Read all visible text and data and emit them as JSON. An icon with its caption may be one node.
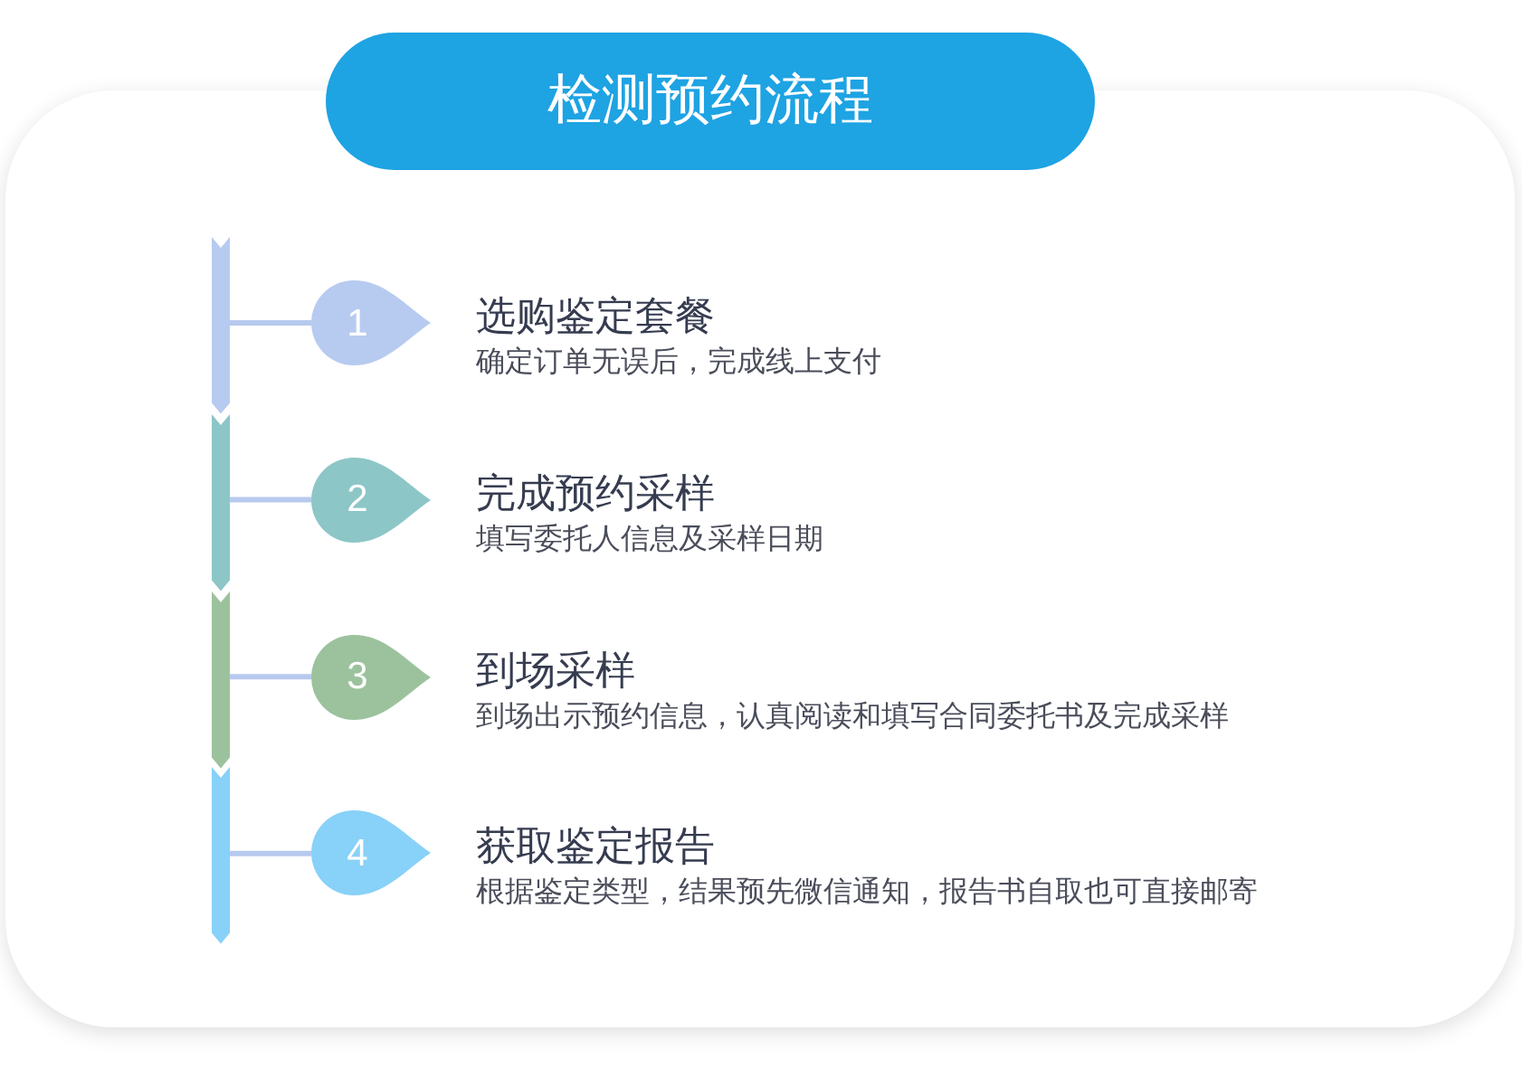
{
  "diagram": {
    "title": "检测预约流程",
    "nodes": [
      {
        "text": [],
        "shape": "bar"
      },
      {
        "text": [
          "1"
        ],
        "beside": [
          "选购鉴定套餐",
          "确定订单无误后，完成线上支付"
        ]
      },
      {
        "text": [],
        "shape": "bar"
      },
      {
        "text": [
          "2"
        ],
        "beside": [
          "完成预约采样",
          "填写委托人信息及采样日期"
        ]
      },
      {
        "text": [],
        "shape": "bar"
      },
      {
        "text": [
          "3"
        ],
        "beside": [
          "到场采样",
          "到场出示预约信息，认真阅读和填写合同委托书及完成采样"
        ]
      },
      {
        "text": [],
        "shape": "bar"
      },
      {
        "text": [
          "4"
        ],
        "beside": [
          "获取鉴定报告",
          "根据鉴定类型，结果预先微信通知，报告书自取也可直接邮寄"
        ]
      }
    ],
    "edges": [
      {
        "from": 0,
        "to": 1,
        "arrow": "none"
      },
      {
        "from": 2,
        "to": 3,
        "arrow": "none"
      },
      {
        "from": 4,
        "to": 5,
        "arrow": "none"
      },
      {
        "from": 6,
        "to": 7,
        "arrow": "none"
      }
    ]
  }
}
